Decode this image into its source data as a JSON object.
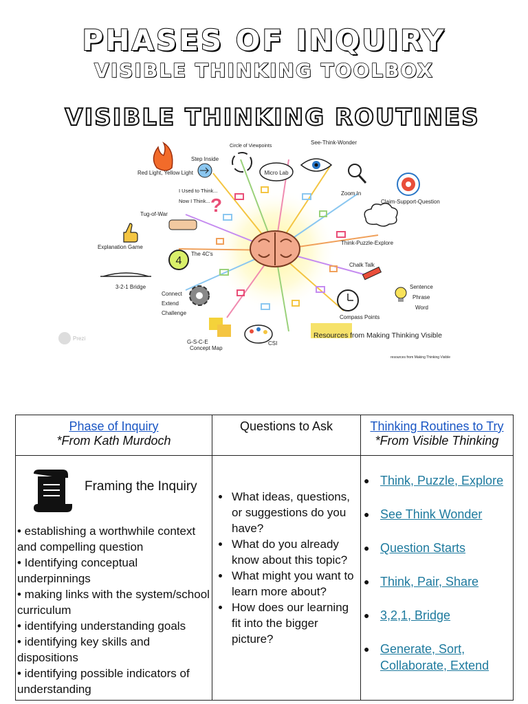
{
  "title": "PHASES OF INQUIRY",
  "subtitle": "VISIBLE THINKING TOOLBOX",
  "poster": {
    "heading": "VISIBLE THINKING ROUTINES",
    "labels": {
      "red_light": "Red Light, Yellow Light",
      "step_inside": "Step Inside",
      "circle_viewpoints": "Circle of Viewpoints",
      "see_think_wonder": "See-Think-Wonder",
      "micro_lab": "Micro Lab",
      "used_to_think": "I Used to Think...",
      "now_i_think": "Now I Think...",
      "zoom_in": "Zoom In",
      "claim_support": "Claim-Support-Question",
      "tug_of_war": "Tug-of-War",
      "explanation_game": "Explanation Game",
      "four_cs": "The 4C's",
      "think_puzzle": "Think-Puzzle-Explore",
      "chalk_talk": "Chalk Talk",
      "bridge": "3-2-1 Bridge",
      "connect": "Connect",
      "extend": "Extend",
      "challenge": "Challenge",
      "sentence": "Sentence",
      "phrase": "Phrase",
      "word": "Word",
      "compass": "Compass Points",
      "gsce": "G-S-C-E",
      "concept_map": "Concept Map",
      "csi": "CSI",
      "resources": "Resources from Making Thinking Visible",
      "resources_small": "resources from Making Thinking Visible",
      "prezi": "Prezi",
      "four": "4"
    }
  },
  "table": {
    "headers": {
      "phase": "Phase of Inquiry",
      "phase_source": "*From Kath Murdoch",
      "questions": "Questions to Ask",
      "routines": "Thinking Routines to Try",
      "routines_source": "*From Visible Thinking"
    },
    "row": {
      "phase_title": "Framing the Inquiry",
      "bullets": [
        " • establishing a worthwhile context and compelling question",
        "• Identifying conceptual underpinnings",
        "• making links with the system/school curriculum",
        "• identifying understanding goals",
        "• identifying key skills and dispositions",
        "• identifying possible indicators of understanding"
      ],
      "questions": [
        "What ideas, questions, or suggestions do you have?",
        "What do you already know about this topic?",
        "What might you want to learn more about?",
        "How does our learning fit into the bigger picture?"
      ],
      "routines": [
        "Think, Puzzle, Explore",
        "See Think Wonder",
        "Question Starts",
        "Think, Pair, Share",
        "3,2,1, Bridge",
        "Generate, Sort, Collaborate, Extend"
      ]
    }
  }
}
